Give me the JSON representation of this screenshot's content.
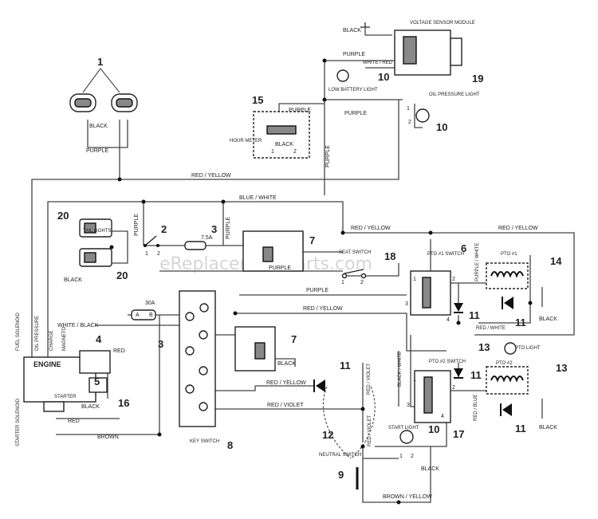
{
  "watermark": "eReplacementParts.com",
  "component_labels": {
    "voltage_sensor_module": "VOLTAGE SENSOR MODULE",
    "low_battery_light": "LOW BATTERY LIGHT",
    "oil_pressure_light": "OIL PRESSURE LIGHT",
    "hour_meter": "HOUR METER",
    "tail_lights": "TAIL LIGHTS",
    "seat_switch": "SEAT SWITCH",
    "pto1_switch": "PTO #1 SWITCH",
    "pto2_switch": "PTO #2 SWITCH",
    "pto1": "PTO #1",
    "pto2": "PTO #2",
    "pto_light": "PTO LIGHT",
    "engine": "ENGINE",
    "starter": "STARTER",
    "key_switch": "KEY SWITCH",
    "start_light": "START LIGHT",
    "neutral_switch": "NEUTRAL SWITCH",
    "fuel_solenoid": "FUEL SOLENOID",
    "oil_pressure": "OIL PRESSURE",
    "charge": "CHARGE",
    "magneto": "MAGNETO",
    "starter_solenoid": "STARTER SOLENOID"
  },
  "wire_labels": {
    "black": "BLACK",
    "purple": "PURPLE",
    "white_red": "WHITE / RED",
    "red_yellow": "RED / YELLOW",
    "blue_white": "BLUE / WHITE",
    "white_black": "WHITE / BLACK",
    "red": "RED",
    "brown": "BROWN",
    "red_violet": "RED / VIOLET",
    "purple_white": "PURPLE / WHITE",
    "red_white": "RED / WHITE",
    "black_white": "BLACK / WHITE",
    "red_blue": "RED / BLUE",
    "brown_yellow": "BROWN / YELLOW"
  },
  "fuse_labels": {
    "f75": "7.5A",
    "f30": "30A"
  },
  "terminal_labels": {
    "t1": "1",
    "t2": "2",
    "t3": "3",
    "t4": "4",
    "ta": "A",
    "tb": "B"
  },
  "reference_numbers": [
    "1",
    "2",
    "3",
    "4",
    "5",
    "6",
    "7",
    "8",
    "9",
    "10",
    "11",
    "12",
    "13",
    "14",
    "15",
    "16",
    "17",
    "18",
    "19",
    "20"
  ]
}
